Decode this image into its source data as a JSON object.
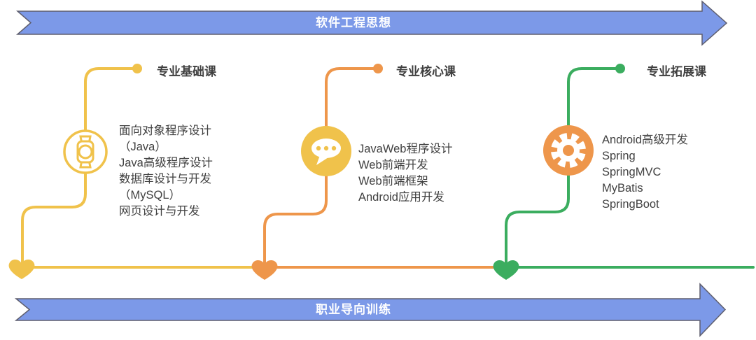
{
  "colors": {
    "blue": "#7C99E8",
    "blue_border": "#5E5E6E",
    "yellow": "#F0C24B",
    "orange": "#EE964B",
    "green": "#3BAD5F",
    "text_dark": "#3F3F3F",
    "text_body": "#404040",
    "white": "#FFFFFF"
  },
  "banners": {
    "top": {
      "label": "软件工程思想"
    },
    "bottom": {
      "label": "职业导向训练"
    }
  },
  "branches": [
    {
      "label": "专业基础课",
      "color": "#F0C24B",
      "icon": "smartwatch-icon",
      "courses": [
        "面向对象程序设计",
        "（Java）",
        "Java高级程序设计",
        "数据库设计与开发",
        "（MySQL）",
        "网页设计与开发"
      ]
    },
    {
      "label": "专业核心课",
      "color": "#EE964B",
      "icon": "chat-bubble-icon",
      "courses": [
        "JavaWeb程序设计",
        "Web前端开发",
        "Web前端框架",
        "Android应用开发"
      ]
    },
    {
      "label": "专业拓展课",
      "color": "#3BAD5F",
      "icon": "gear-icon",
      "courses": [
        "Android高级开发",
        "Spring",
        "SpringMVC",
        "MyBatis",
        "SpringBoot"
      ]
    }
  ]
}
